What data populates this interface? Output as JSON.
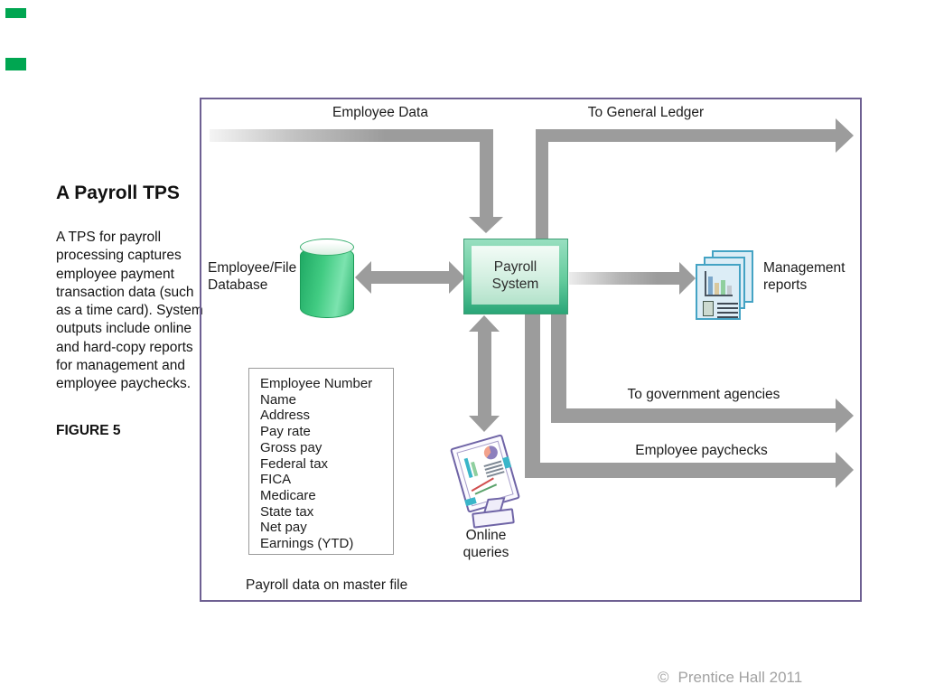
{
  "page": {
    "title": "A Payroll TPS",
    "description_lines": [
      "A TPS for payroll",
      "processing captures",
      "employee payment",
      "transaction data (such",
      "as a time card). System",
      "outputs include online",
      "and hard-copy reports",
      "for management and",
      "employee paychecks."
    ],
    "figure_label": "FIGURE 5",
    "copyright_symbol": "©",
    "copyright_text": "Prentice Hall 2011"
  },
  "diagram": {
    "flow_labels": {
      "employee_data": "Employee Data",
      "to_general_ledger": "To General Ledger",
      "to_government_agencies": "To government agencies",
      "employee_paychecks": "Employee paychecks"
    },
    "nodes": {
      "database_label": "Employee/File Database",
      "payroll_system_line1": "Payroll",
      "payroll_system_line2": "System",
      "management_reports": "Management reports",
      "online_queries": "Online queries"
    },
    "master_file": {
      "items": [
        "Employee Number",
        "Name",
        "Address",
        "Pay rate",
        "Gross pay",
        "Federal tax",
        "FICA",
        "Medicare",
        "State tax",
        "Net pay",
        "Earnings (YTD)"
      ],
      "caption": "Payroll data on master file"
    },
    "colors": {
      "arrow_gray": "#9c9c9c",
      "frame_purple": "#6e6092",
      "node_green": "#3cc278",
      "doc_border_teal": "#44a3c4",
      "monitor_purple": "#6f64a6",
      "marker_green": "#00a651"
    }
  }
}
